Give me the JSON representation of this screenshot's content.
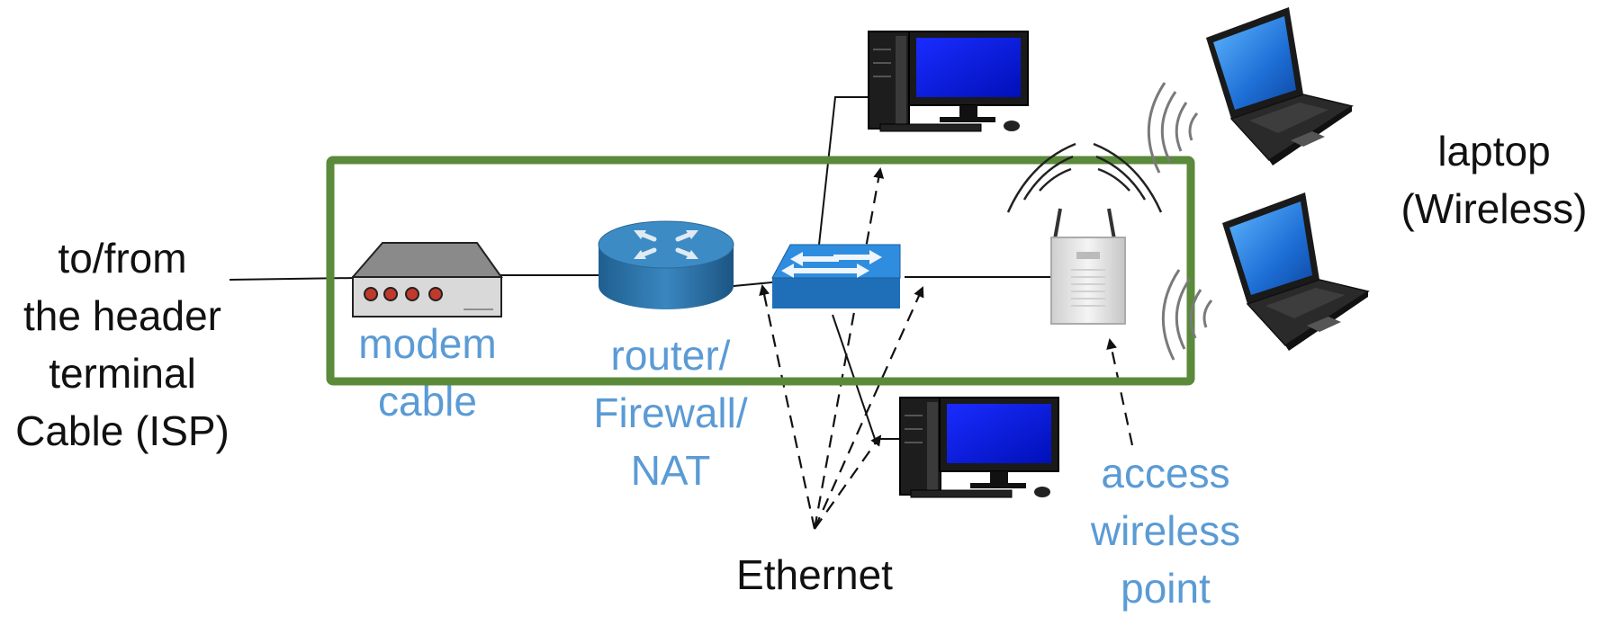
{
  "diagram": {
    "colors": {
      "boundary": "#5a8a3a",
      "device_label": "#5b9bd5",
      "text": "#111111"
    },
    "left_label": [
      "to/from",
      "the header",
      "terminal",
      "Cable (ISP)"
    ],
    "right_label": [
      "laptop",
      "(Wireless)"
    ],
    "devices": {
      "modem": [
        "modem",
        "cable"
      ],
      "router": [
        "router/",
        "Firewall/",
        "NAT"
      ],
      "access_point": [
        "access",
        "wireless",
        "point"
      ]
    },
    "ethernet_label": "Ethernet",
    "icons": [
      "cable-modem-icon",
      "router-icon",
      "switch-icon",
      "access-point-icon",
      "desktop-computer-icon",
      "desktop-computer-icon",
      "laptop-icon",
      "laptop-icon"
    ]
  }
}
